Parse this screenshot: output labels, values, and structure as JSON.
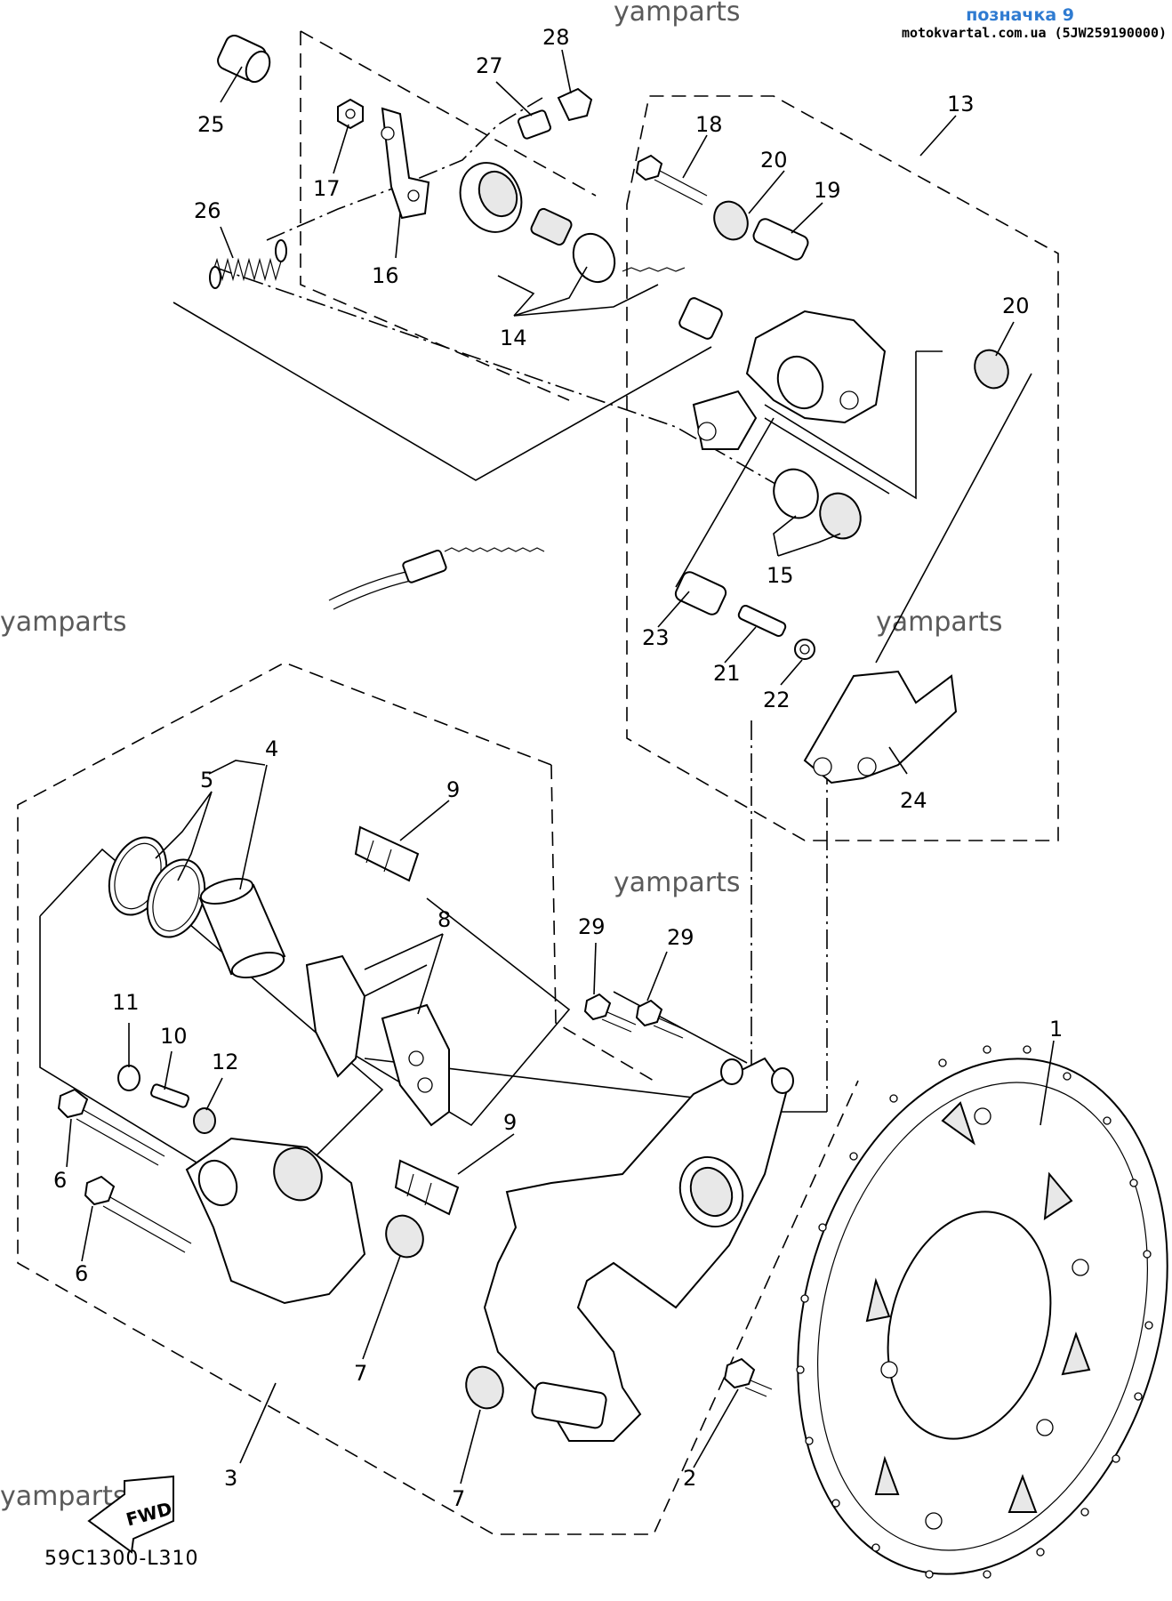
{
  "header": {
    "title": "позначка 9",
    "subtitle": "motokvartal.com.ua (5JW259190000)"
  },
  "watermarks": [
    "yamparts",
    "yamparts",
    "yamparts",
    "yamparts",
    "yamparts",
    "yamparts"
  ],
  "diagram_code": "59C1300-L310",
  "fwd_label": "FWD",
  "callouts": {
    "c1": "1",
    "c2": "2",
    "c3": "3",
    "c4": "4",
    "c5": "5",
    "c6a": "6",
    "c6b": "6",
    "c7a": "7",
    "c7b": "7",
    "c8": "8",
    "c9a": "9",
    "c9b": "9",
    "c10": "10",
    "c11": "11",
    "c12": "12",
    "c13": "13",
    "c14": "14",
    "c15": "15",
    "c16": "16",
    "c17": "17",
    "c18": "18",
    "c19": "19",
    "c20a": "20",
    "c20b": "20",
    "c21": "21",
    "c22": "22",
    "c23": "23",
    "c24": "24",
    "c25": "25",
    "c26": "26",
    "c27": "27",
    "c28": "28",
    "c29a": "29",
    "c29b": "29"
  }
}
